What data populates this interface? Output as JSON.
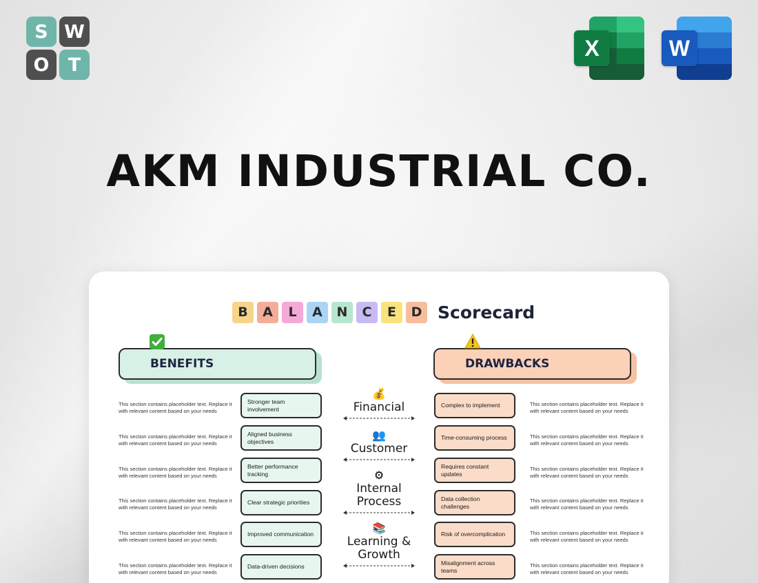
{
  "logo": {
    "letters": [
      "S",
      "W",
      "O",
      "T"
    ]
  },
  "apps": {
    "excel_letter": "X",
    "word_letter": "W"
  },
  "company": "AKM INDUSTRIAL CO.",
  "scorecard": {
    "letters": [
      {
        "char": "B",
        "color": "#f6d58a"
      },
      {
        "char": "A",
        "color": "#f4ad98"
      },
      {
        "char": "L",
        "color": "#f5a9d8"
      },
      {
        "char": "A",
        "color": "#a9d4f6"
      },
      {
        "char": "N",
        "color": "#b6e6cf"
      },
      {
        "char": "C",
        "color": "#c8baf2"
      },
      {
        "char": "E",
        "color": "#f8e37c"
      },
      {
        "char": "D",
        "color": "#f6be9c"
      }
    ],
    "title_word": "Scorecard"
  },
  "benefits": {
    "title": "BENEFITS",
    "items": [
      "Stronger team involvement",
      "Aligned business objectives",
      "Better performance tracking",
      "Clear strategic priorities",
      "Improved communication",
      "Data-driven decisions"
    ]
  },
  "drawbacks": {
    "title": "DRAWBACKS",
    "items": [
      "Complex to implement",
      "Time-consuming process",
      "Requires constant updates",
      "Data collection challenges",
      "Risk of overcomplication",
      "Misalignment across teams"
    ]
  },
  "placeholder": "This section contains placeholder text. Replace it with relevant content based on your needs",
  "perspectives": [
    {
      "label": "Financial",
      "icon": "money-bag-icon",
      "glyph": "💰"
    },
    {
      "label": "Customer",
      "icon": "people-icon",
      "glyph": "👥"
    },
    {
      "label": "Internal Process",
      "icon": "gear-icon",
      "glyph": "⚙"
    },
    {
      "label": "Learning & Growth",
      "icon": "books-icon",
      "glyph": "📚"
    }
  ],
  "colors": {
    "benefit_fill": "#d8f1e6",
    "drawback_fill": "#fbd1b8",
    "swot_teal": "#6fb5aa",
    "swot_dark": "#4f4f4f",
    "excel_green": "#107c41",
    "word_blue": "#185abd"
  }
}
